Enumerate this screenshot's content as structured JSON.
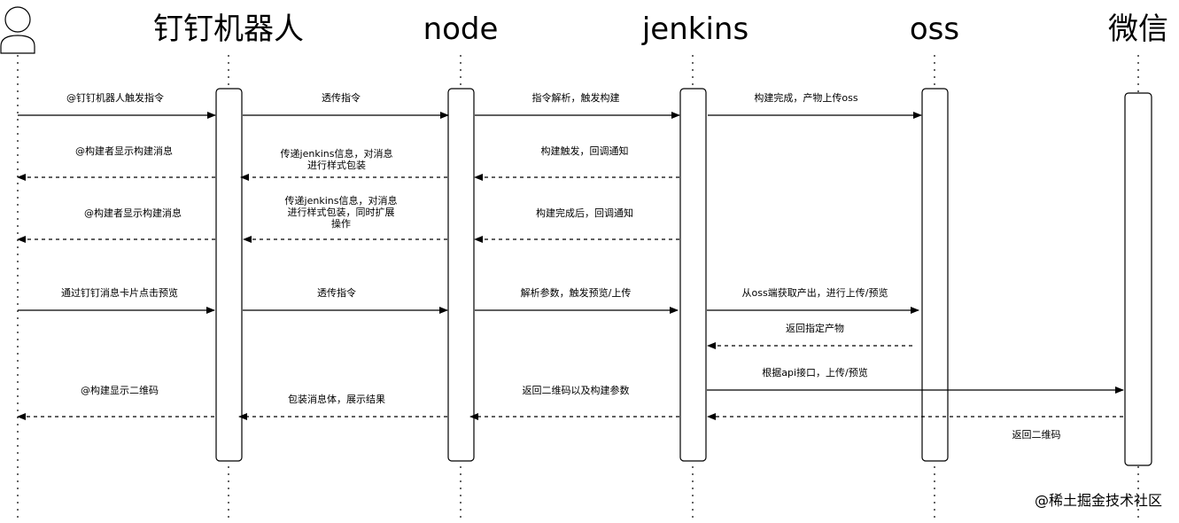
{
  "participants": [
    {
      "id": "user",
      "label": ""
    },
    {
      "id": "dingbot",
      "label": "钉钉机器人"
    },
    {
      "id": "node",
      "label": "node"
    },
    {
      "id": "jenkins",
      "label": "jenkins"
    },
    {
      "id": "oss",
      "label": "oss"
    },
    {
      "id": "wechat",
      "label": "微信"
    }
  ],
  "messages": [
    {
      "from": "user",
      "to": "dingbot",
      "style": "solid",
      "lines": [
        "@钉钉机器人触发指令"
      ]
    },
    {
      "from": "dingbot",
      "to": "node",
      "style": "solid",
      "lines": [
        "透传指令"
      ]
    },
    {
      "from": "node",
      "to": "jenkins",
      "style": "solid",
      "lines": [
        "指令解析，触发构建"
      ]
    },
    {
      "from": "jenkins",
      "to": "oss",
      "style": "solid",
      "lines": [
        "构建完成，产物上传oss"
      ]
    },
    {
      "from": "dingbot",
      "to": "user",
      "style": "dashed",
      "lines": [
        "@构建者显示构建消息"
      ]
    },
    {
      "from": "node",
      "to": "dingbot",
      "style": "dashed",
      "lines": [
        "传递jenkins信息，对消息",
        "进行样式包装"
      ]
    },
    {
      "from": "jenkins",
      "to": "node",
      "style": "dashed",
      "lines": [
        "构建触发，回调通知"
      ]
    },
    {
      "from": "dingbot",
      "to": "user",
      "style": "dashed",
      "lines": [
        "@构建者显示构建消息"
      ]
    },
    {
      "from": "node",
      "to": "dingbot",
      "style": "dashed",
      "lines": [
        "传递jenkins信息，对消息",
        "进行样式包装，同时扩展",
        "操作"
      ]
    },
    {
      "from": "jenkins",
      "to": "node",
      "style": "dashed",
      "lines": [
        "构建完成后，回调通知"
      ]
    },
    {
      "from": "user",
      "to": "dingbot",
      "style": "solid",
      "lines": [
        "通过钉钉消息卡片点击预览"
      ]
    },
    {
      "from": "dingbot",
      "to": "node",
      "style": "solid",
      "lines": [
        "透传指令"
      ]
    },
    {
      "from": "node",
      "to": "jenkins",
      "style": "solid",
      "lines": [
        "解析参数，触发预览/上传"
      ]
    },
    {
      "from": "jenkins",
      "to": "oss",
      "style": "solid",
      "lines": [
        "从oss端获取产出，进行上传/预览"
      ]
    },
    {
      "from": "oss",
      "to": "jenkins",
      "style": "dashed",
      "lines": [
        "返回指定产物"
      ]
    },
    {
      "from": "jenkins",
      "to": "wechat",
      "style": "solid",
      "lines": [
        "根据api接口，上传/预览"
      ]
    },
    {
      "from": "dingbot",
      "to": "user",
      "style": "dashed",
      "lines": [
        "@构建显示二维码"
      ]
    },
    {
      "from": "node",
      "to": "dingbot",
      "style": "dashed",
      "lines": [
        "包装消息体，展示结果"
      ]
    },
    {
      "from": "jenkins",
      "to": "node",
      "style": "dashed",
      "lines": [
        "返回二维码以及构建参数"
      ]
    },
    {
      "from": "wechat",
      "to": "jenkins",
      "style": "dashed",
      "lines": [
        "返回二维码"
      ]
    }
  ],
  "watermark": "@稀土掘金技术社区"
}
